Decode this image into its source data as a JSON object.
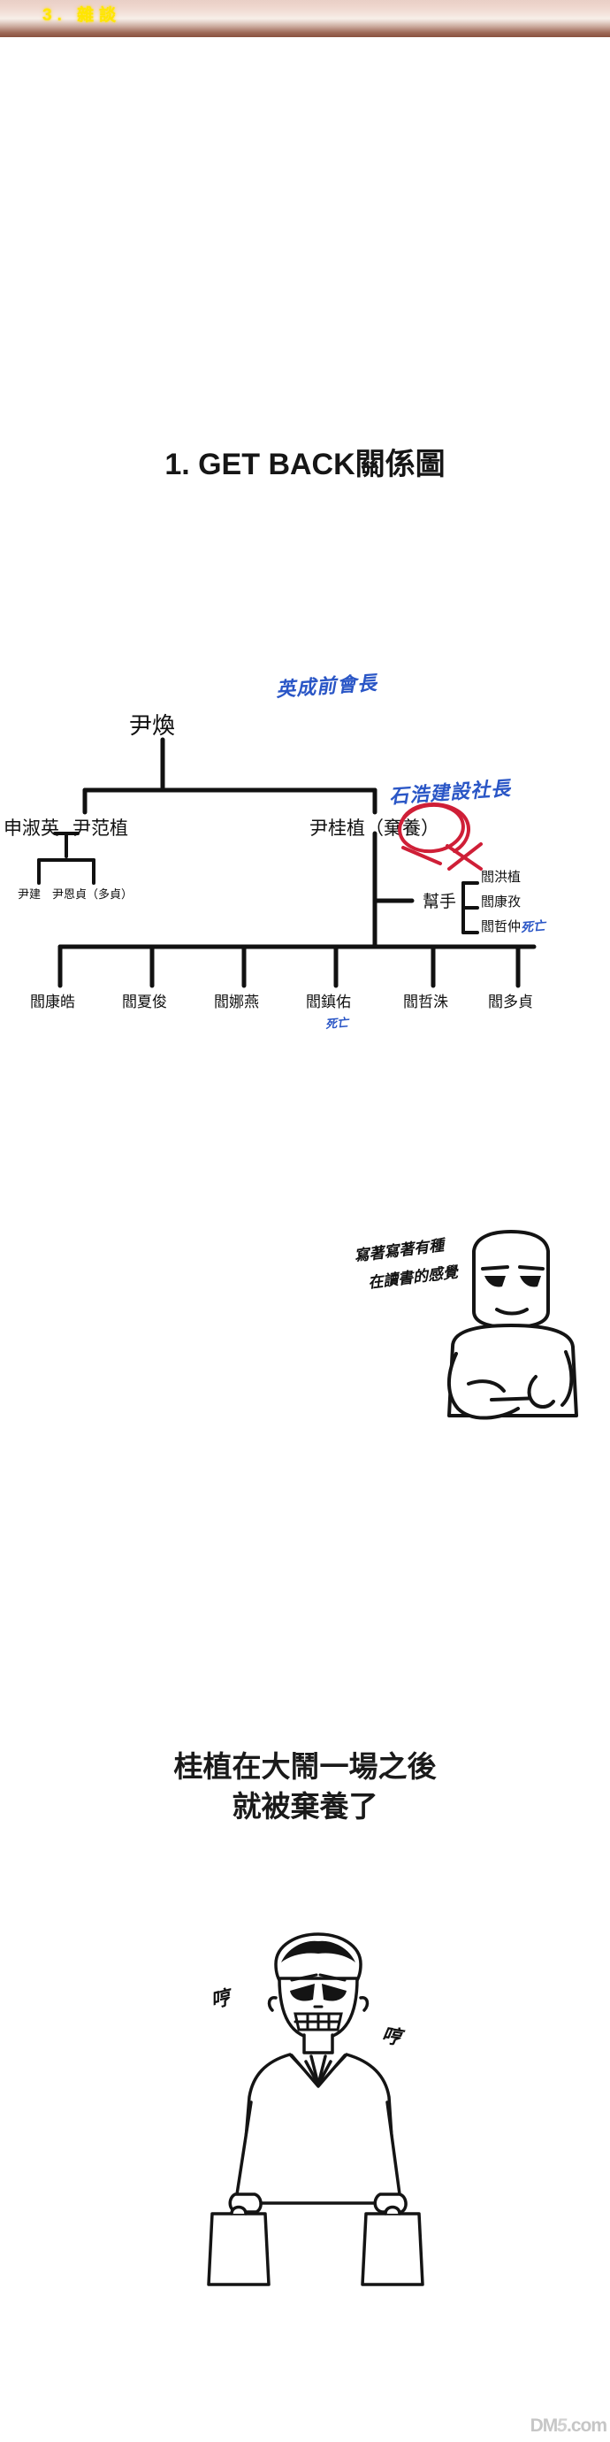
{
  "banner": {
    "label": "3.  雜談",
    "text_color": "#ffe600"
  },
  "title": "1. GET BACK關係圖",
  "tree": {
    "root": {
      "name": "尹煥",
      "note": "英成前會長",
      "note_color": "#2a56c6"
    },
    "gen2": [
      {
        "name": "申淑英"
      },
      {
        "name": "尹范植"
      },
      {
        "name": "尹桂植（棄養）",
        "note": "石浩建設社長",
        "note_color": "#2a56c6",
        "marked": "棄養"
      }
    ],
    "gen2_children": "尹建　尹恩貞（多貞）",
    "helpers": {
      "label": "幫手",
      "items": [
        {
          "name": "閻洪植",
          "status": ""
        },
        {
          "name": "閻康孜",
          "status": ""
        },
        {
          "name": "閻哲仲",
          "status": "死亡"
        }
      ]
    },
    "gen3": [
      {
        "name": "閻康皓",
        "status": ""
      },
      {
        "name": "閻夏俊",
        "status": ""
      },
      {
        "name": "閻娜燕",
        "status": ""
      },
      {
        "name": "閻鎮佑",
        "status": "死亡"
      },
      {
        "name": "閻哲洙",
        "status": ""
      },
      {
        "name": "閻多貞",
        "status": ""
      }
    ]
  },
  "memo": {
    "line1": "寫著寫著有種",
    "line2": "在讀書的感覺"
  },
  "closing": {
    "line1": "桂植在大鬧一場之後",
    "line2": "就被棄養了"
  },
  "figure": {
    "sfx_left": "哼",
    "sfx_right": "哼"
  },
  "watermark": {
    "prefix": "DM",
    "digit": "5",
    "suffix": ".com"
  }
}
